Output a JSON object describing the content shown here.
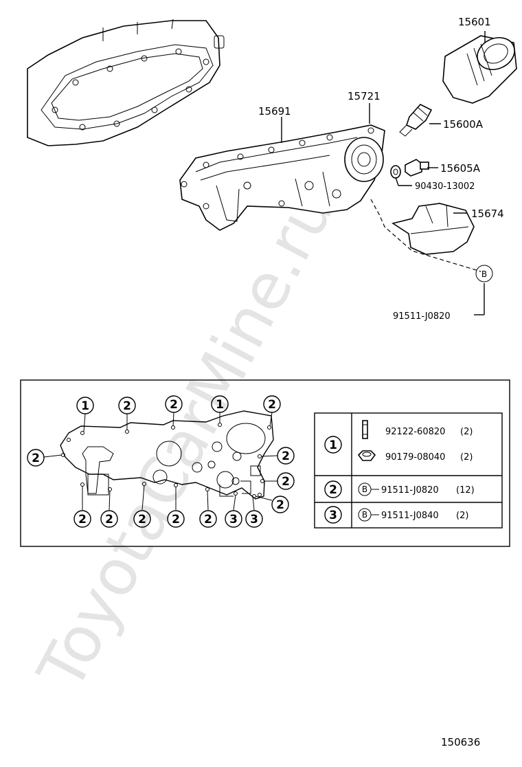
{
  "watermark": "ToyotaCarMine.ru",
  "diagram_id": "150636",
  "callouts": {
    "oil_filter": "15601",
    "union_bolt": "15600A",
    "plug": "15605A",
    "gasket": "90430-13002",
    "baffle": "15674",
    "bolt_b": "91511-J0820",
    "oil_cooler_cover": "15721",
    "oil_cooler_gasket": "15691",
    "bolt_b_symbol": "B"
  },
  "legend": {
    "rows": [
      {
        "key": "1",
        "items": [
          {
            "symbol": "",
            "part": "92122-60820",
            "qty": "(2)"
          },
          {
            "symbol": "",
            "part": "90179-08040",
            "qty": "(2)"
          }
        ]
      },
      {
        "key": "2",
        "items": [
          {
            "symbol": "B",
            "part": "91511-J0820",
            "qty": "(12)"
          }
        ]
      },
      {
        "key": "3",
        "items": [
          {
            "symbol": "B",
            "part": "91511-J0840",
            "qty": "(2)"
          }
        ]
      }
    ]
  },
  "gasket_marks": {
    "one": "1",
    "two": "2",
    "three": "3"
  }
}
